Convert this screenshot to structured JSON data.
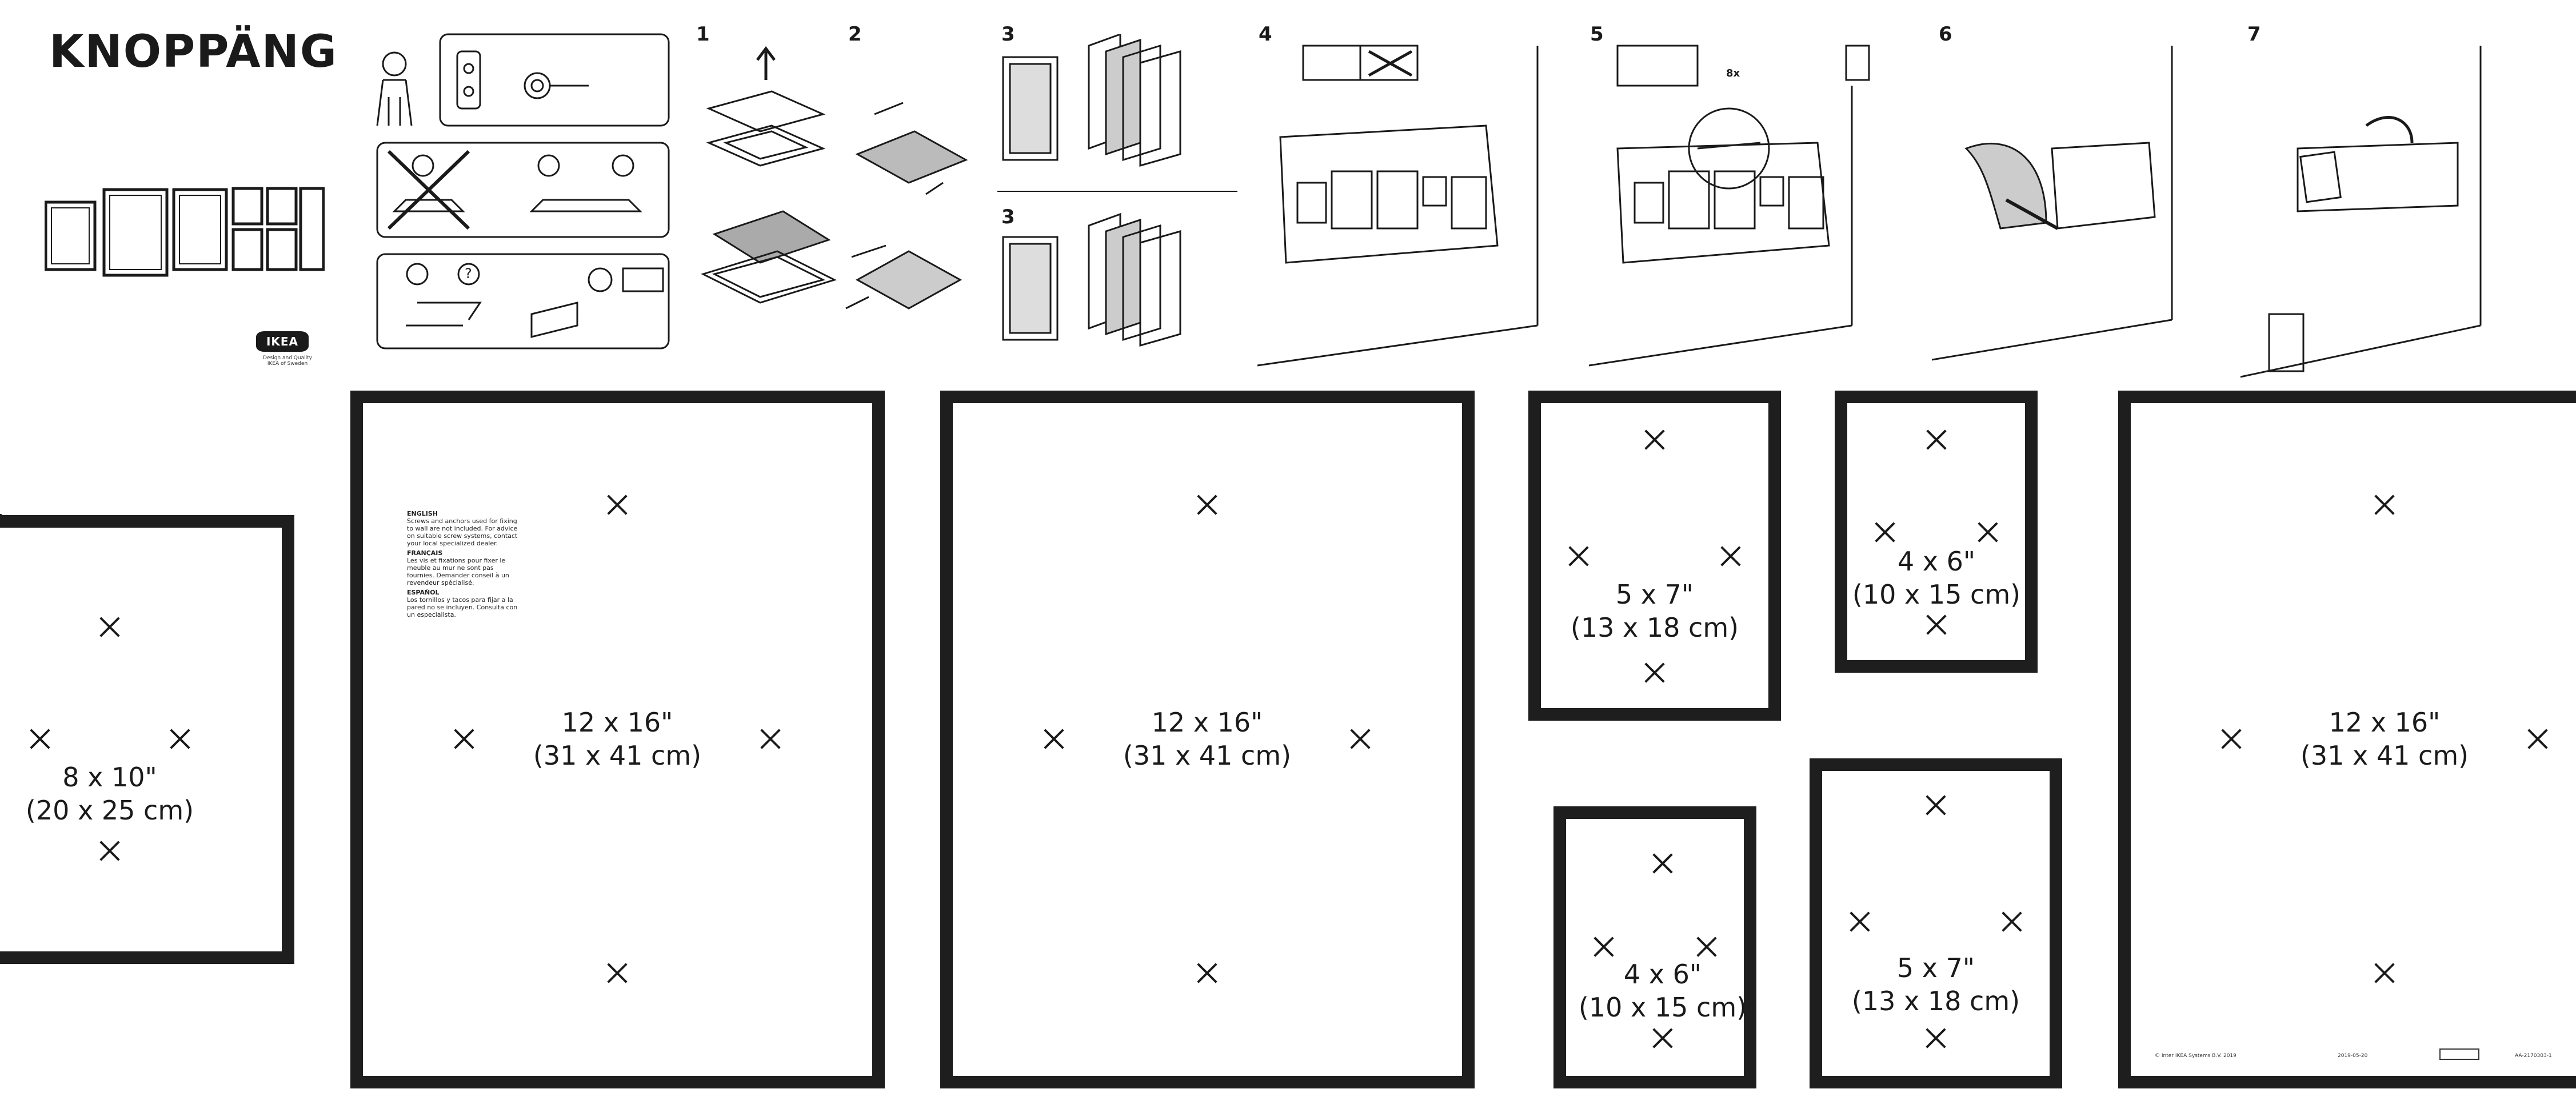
{
  "title": "KNOPPÄNG",
  "brand": {
    "logo_text": "IKEA",
    "tagline": "Design and Quality",
    "origin": "IKEA of Sweden"
  },
  "steps": [
    "1",
    "2",
    "3",
    "3",
    "4",
    "5",
    "6",
    "7"
  ],
  "step5_screw_count": "8x",
  "instructions_text": {
    "english_heading": "ENGLISH",
    "english_body": "Screws and anchors used for fixing to wall are not included. For advice on suitable screw systems, contact your local specialized dealer.",
    "french_heading": "FRANÇAIS",
    "french_body": "Les vis et fixations pour fixer le meuble au mur ne sont pas fournies. Demander conseil à un revendeur spécialisé.",
    "spanish_heading": "ESPAÑOL",
    "spanish_body": "Los tornillos y tacos para fijar a la pared no se incluyen. Consulta con un especialista."
  },
  "frames": [
    {
      "label_in": "8 x 10\"",
      "label_cm": "(20 x 25 cm)"
    },
    {
      "label_in": "12 x 16\"",
      "label_cm": "(31 x 41 cm)"
    },
    {
      "label_in": "12 x 16\"",
      "label_cm": "(31 x 41 cm)"
    },
    {
      "label_in": "5 x 7\"",
      "label_cm": "(13 x 18 cm)"
    },
    {
      "label_in": "4 x 6\"",
      "label_cm": "(10 x 15 cm)"
    },
    {
      "label_in": "4 x 6\"",
      "label_cm": "(10 x 15 cm)"
    },
    {
      "label_in": "5 x 7\"",
      "label_cm": "(13 x 18 cm)"
    },
    {
      "label_in": "12 x 16\"",
      "label_cm": "(31 x 41 cm)"
    }
  ],
  "footer": {
    "copyright": "© Inter IKEA Systems B.V. 2019",
    "code_a": "2019-05-20",
    "code_b": "AA-2170303-1"
  }
}
